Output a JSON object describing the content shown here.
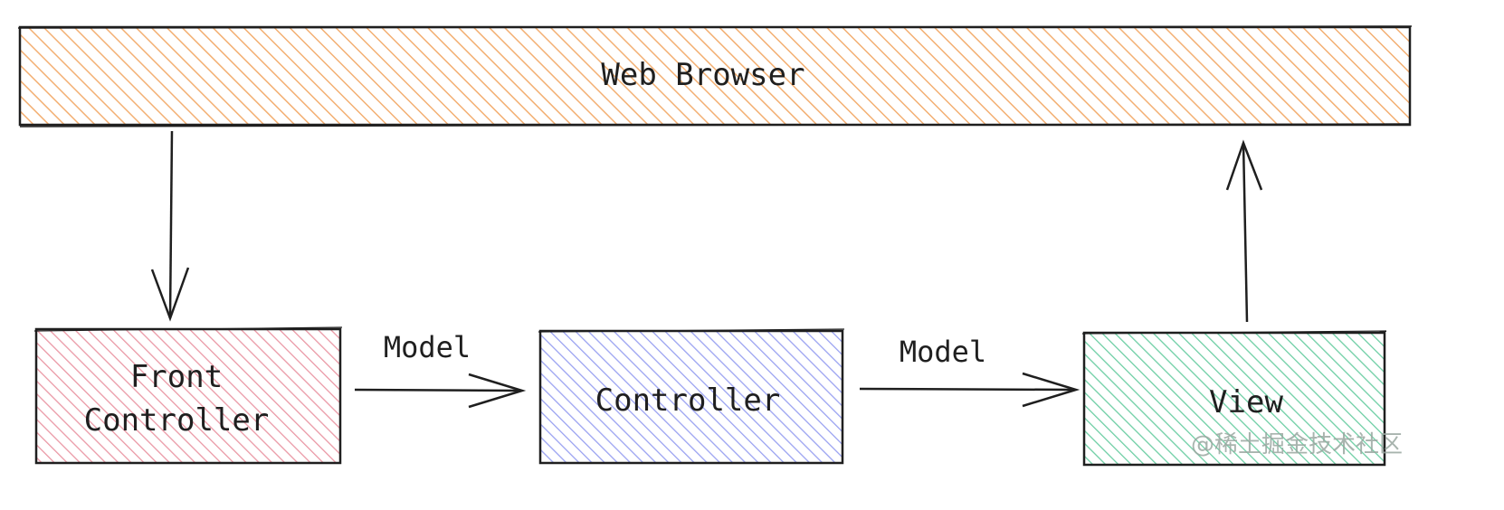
{
  "nodes": {
    "browser": {
      "label": "Web Browser",
      "color": "#f2a663"
    },
    "front_controller": {
      "label_line1": "Front",
      "label_line2": "Controller",
      "color": "#e88d9b"
    },
    "controller": {
      "label": "Controller",
      "color": "#8f98f0"
    },
    "view": {
      "label": "View",
      "color": "#5dc99a"
    }
  },
  "edges": {
    "front_to_controller": {
      "label": "Model"
    },
    "controller_to_view": {
      "label": "Model"
    }
  },
  "watermark": "@稀土掘金技术社区",
  "colors": {
    "stroke": "#1f1f1f"
  }
}
